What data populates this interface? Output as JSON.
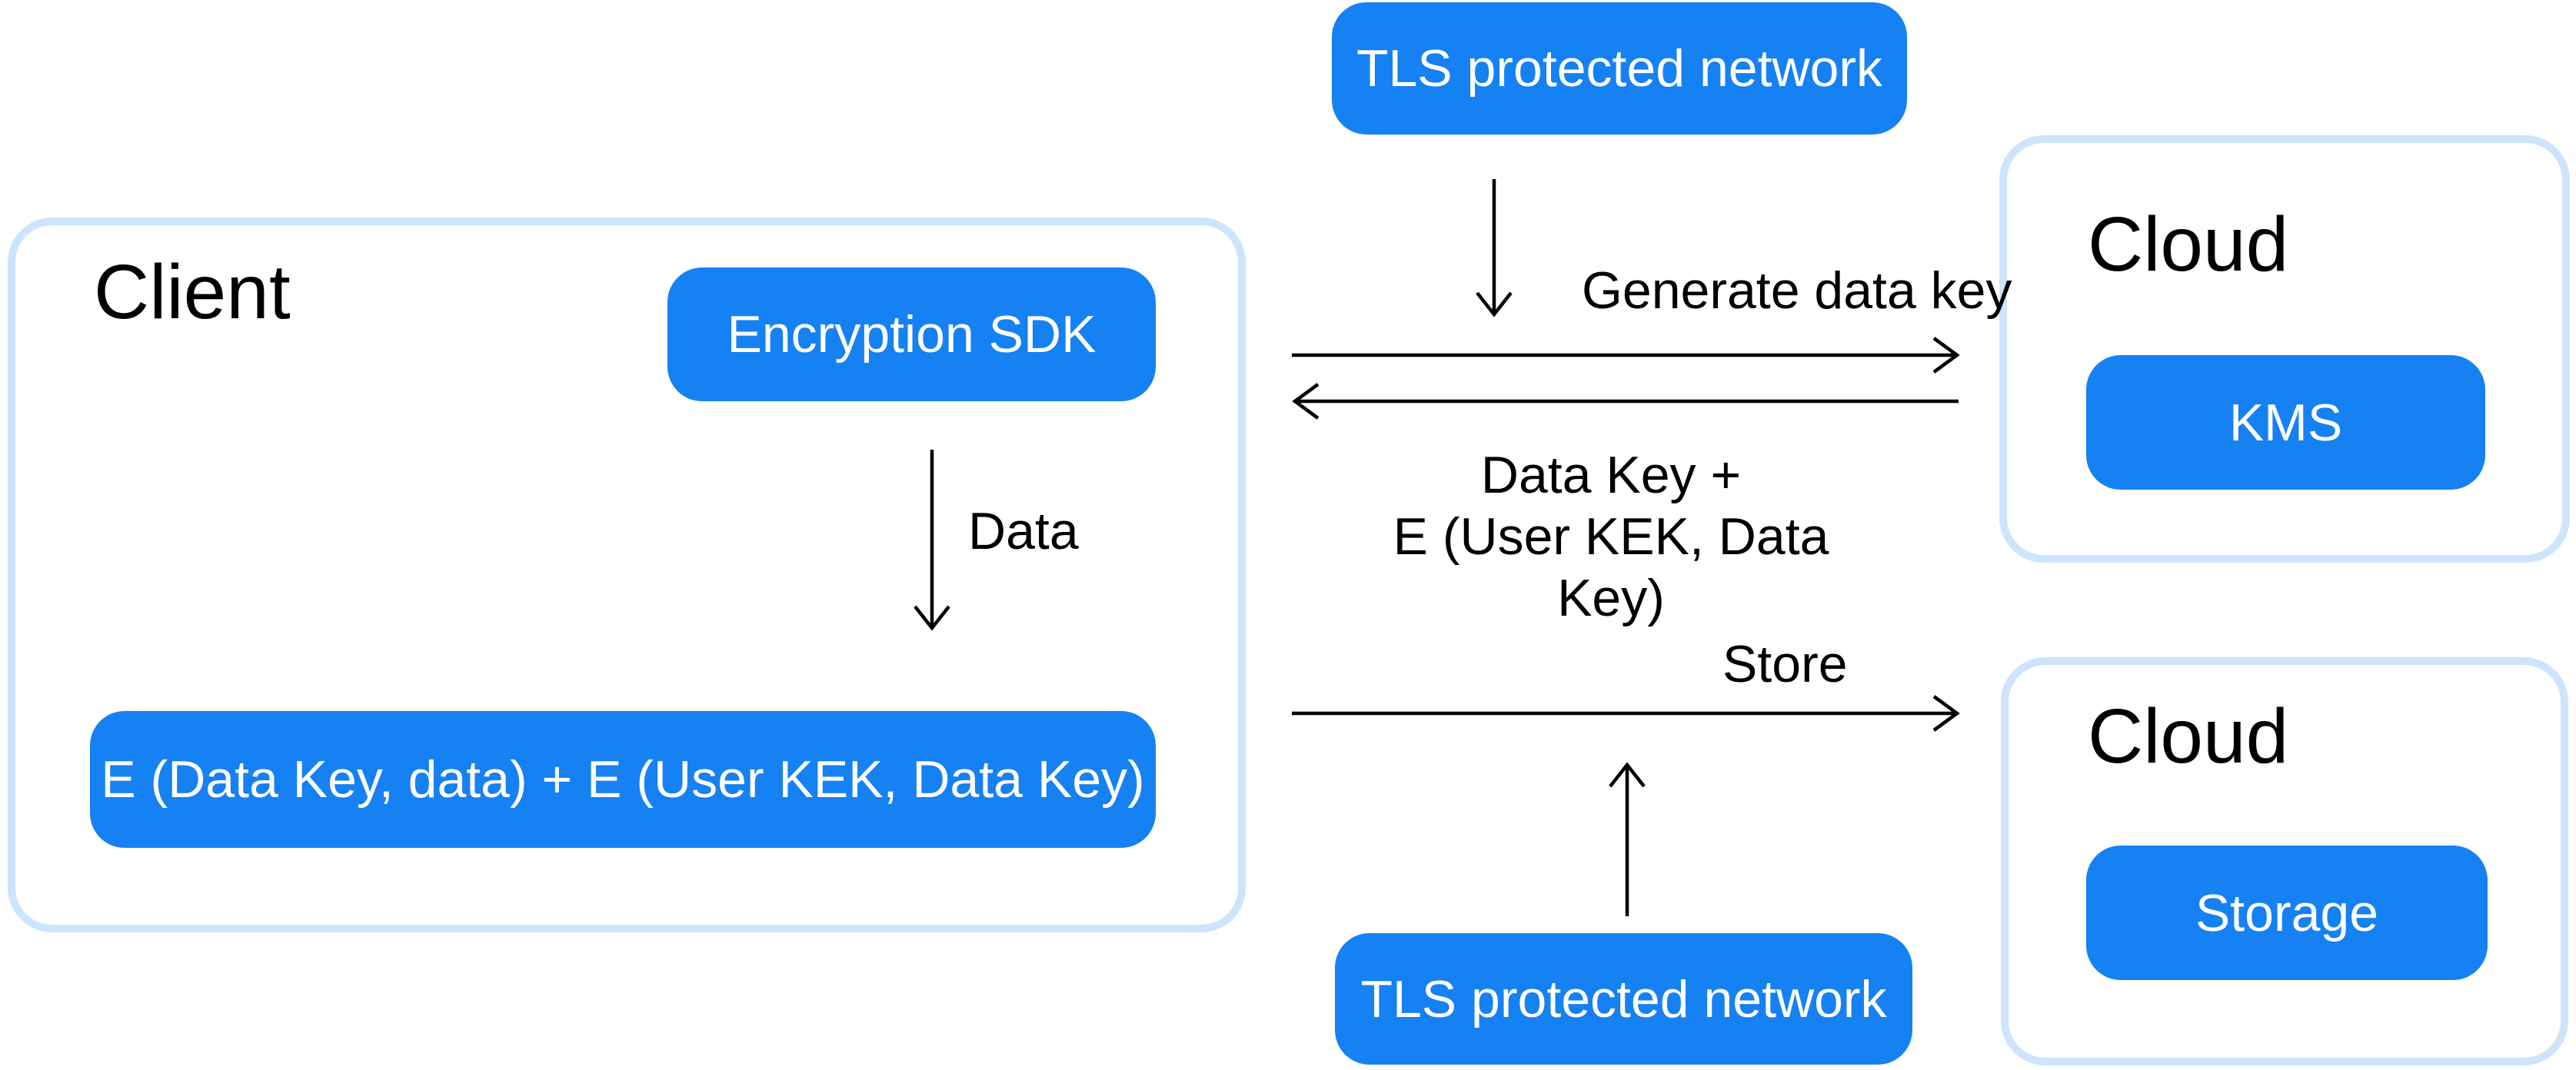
{
  "diagram": {
    "tls_top": {
      "label": "TLS protected network"
    },
    "tls_bottom": {
      "label": "TLS protected network"
    },
    "client_panel": {
      "title": "Client",
      "encryption_sdk_label": "Encryption SDK",
      "encrypted_payload_label": "E (Data Key, data) + E (User KEK, Data Key)"
    },
    "cloud_kms_panel": {
      "title": "Cloud",
      "kms_label": "KMS"
    },
    "cloud_storage_panel": {
      "title": "Cloud",
      "storage_label": "Storage"
    },
    "arrow_labels": {
      "generate_data_key": "Generate data key",
      "data_key_return_line1": "Data Key +",
      "data_key_return_line2": "E (User KEK, Data Key)",
      "data": "Data",
      "store": "Store"
    },
    "colors": {
      "accent_blue": "#1581F3",
      "panel_border": "#CDE4FC",
      "text_dark": "#000000",
      "text_light": "#FFFFFF"
    }
  }
}
